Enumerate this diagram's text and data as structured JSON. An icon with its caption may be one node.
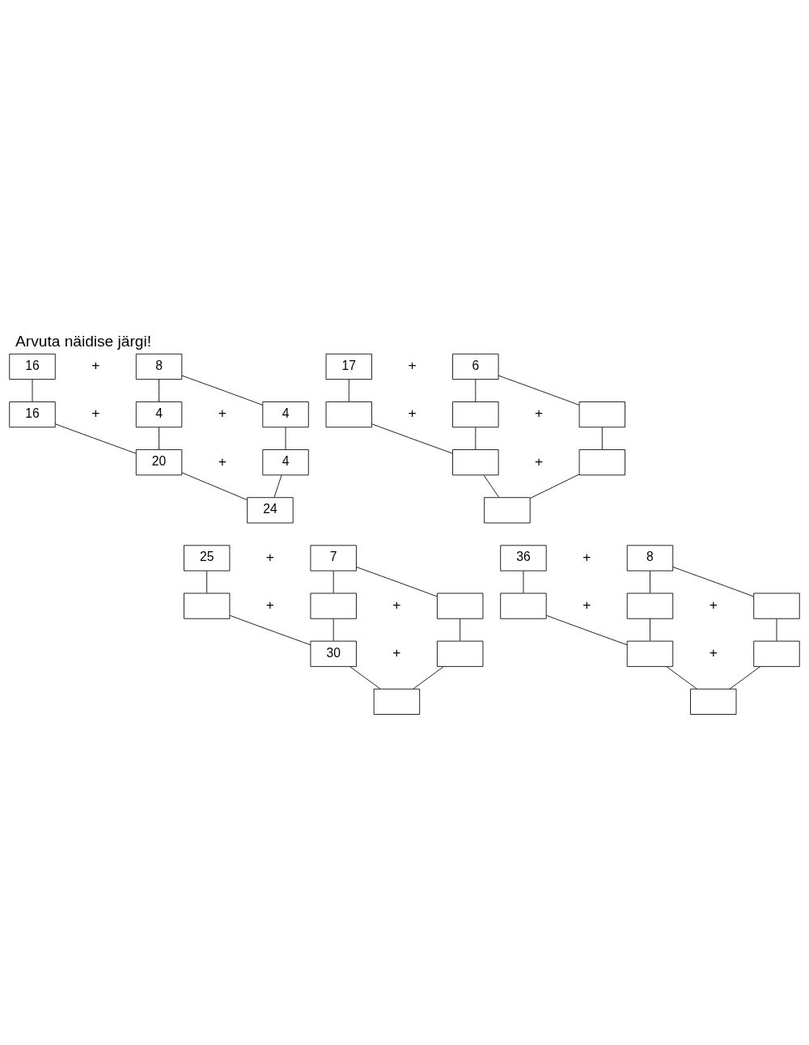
{
  "diagram": {
    "title": "Arvuta näidise järgi!",
    "nodes": [
      {
        "text": [
          "16"
        ]
      },
      {
        "text": [
          "8"
        ]
      },
      {
        "text": [
          "16"
        ]
      },
      {
        "text": [
          "4"
        ]
      },
      {
        "text": [
          "4"
        ]
      },
      {
        "text": [
          "20"
        ]
      },
      {
        "text": [
          "4"
        ]
      },
      {
        "text": [
          "24"
        ]
      },
      {
        "text": [
          "17"
        ]
      },
      {
        "text": [
          "6"
        ]
      },
      {
        "text": [],
        "shape": "box"
      },
      {
        "text": [],
        "shape": "box"
      },
      {
        "text": [],
        "shape": "box"
      },
      {
        "text": [],
        "shape": "box"
      },
      {
        "text": [],
        "shape": "box"
      },
      {
        "text": [],
        "shape": "box"
      },
      {
        "text": [
          "25"
        ]
      },
      {
        "text": [
          "7"
        ]
      },
      {
        "text": [],
        "shape": "box"
      },
      {
        "text": [],
        "shape": "box"
      },
      {
        "text": [],
        "shape": "box"
      },
      {
        "text": [
          "30"
        ]
      },
      {
        "text": [],
        "shape": "box"
      },
      {
        "text": [],
        "shape": "box"
      },
      {
        "text": [
          "36"
        ]
      },
      {
        "text": [
          "8"
        ]
      },
      {
        "text": [],
        "shape": "box"
      },
      {
        "text": [],
        "shape": "box"
      },
      {
        "text": [],
        "shape": "box"
      },
      {
        "text": [],
        "shape": "box"
      },
      {
        "text": [],
        "shape": "box"
      },
      {
        "text": [],
        "shape": "box"
      }
    ],
    "edges": [
      {
        "from": 0,
        "to": 2,
        "arrow": "none"
      },
      {
        "from": 1,
        "to": 3,
        "arrow": "none"
      },
      {
        "from": 1,
        "to": 4,
        "arrow": "none"
      },
      {
        "from": 2,
        "to": 5,
        "arrow": "none"
      },
      {
        "from": 3,
        "to": 5,
        "arrow": "none"
      },
      {
        "from": 4,
        "to": 6,
        "arrow": "none"
      },
      {
        "from": 5,
        "to": 7,
        "arrow": "none"
      },
      {
        "from": 6,
        "to": 7,
        "arrow": "none"
      },
      {
        "from": 8,
        "to": 10,
        "arrow": "none"
      },
      {
        "from": 9,
        "to": 11,
        "arrow": "none"
      },
      {
        "from": 9,
        "to": 12,
        "arrow": "none"
      },
      {
        "from": 10,
        "to": 13,
        "arrow": "none"
      },
      {
        "from": 11,
        "to": 13,
        "arrow": "none"
      },
      {
        "from": 12,
        "to": 14,
        "arrow": "none"
      },
      {
        "from": 13,
        "to": 15,
        "arrow": "none"
      },
      {
        "from": 14,
        "to": 15,
        "arrow": "none"
      },
      {
        "from": 16,
        "to": 18,
        "arrow": "none"
      },
      {
        "from": 17,
        "to": 19,
        "arrow": "none"
      },
      {
        "from": 17,
        "to": 20,
        "arrow": "none"
      },
      {
        "from": 18,
        "to": 21,
        "arrow": "none"
      },
      {
        "from": 19,
        "to": 21,
        "arrow": "none"
      },
      {
        "from": 20,
        "to": 22,
        "arrow": "none"
      },
      {
        "from": 21,
        "to": 23,
        "arrow": "none"
      },
      {
        "from": 22,
        "to": 23,
        "arrow": "none"
      },
      {
        "from": 24,
        "to": 26,
        "arrow": "none"
      },
      {
        "from": 25,
        "to": 27,
        "arrow": "none"
      },
      {
        "from": 25,
        "to": 28,
        "arrow": "none"
      },
      {
        "from": 26,
        "to": 29,
        "arrow": "none"
      },
      {
        "from": 27,
        "to": 29,
        "arrow": "none"
      },
      {
        "from": 28,
        "to": 30,
        "arrow": "none"
      },
      {
        "from": 29,
        "to": 31,
        "arrow": "none"
      },
      {
        "from": 30,
        "to": 31,
        "arrow": "none"
      }
    ],
    "labels": [
      "+",
      "+",
      "+",
      "+",
      "+",
      "+",
      "+",
      "+",
      "+",
      "+",
      "+",
      "+",
      "+",
      "+",
      "+",
      "+"
    ]
  }
}
